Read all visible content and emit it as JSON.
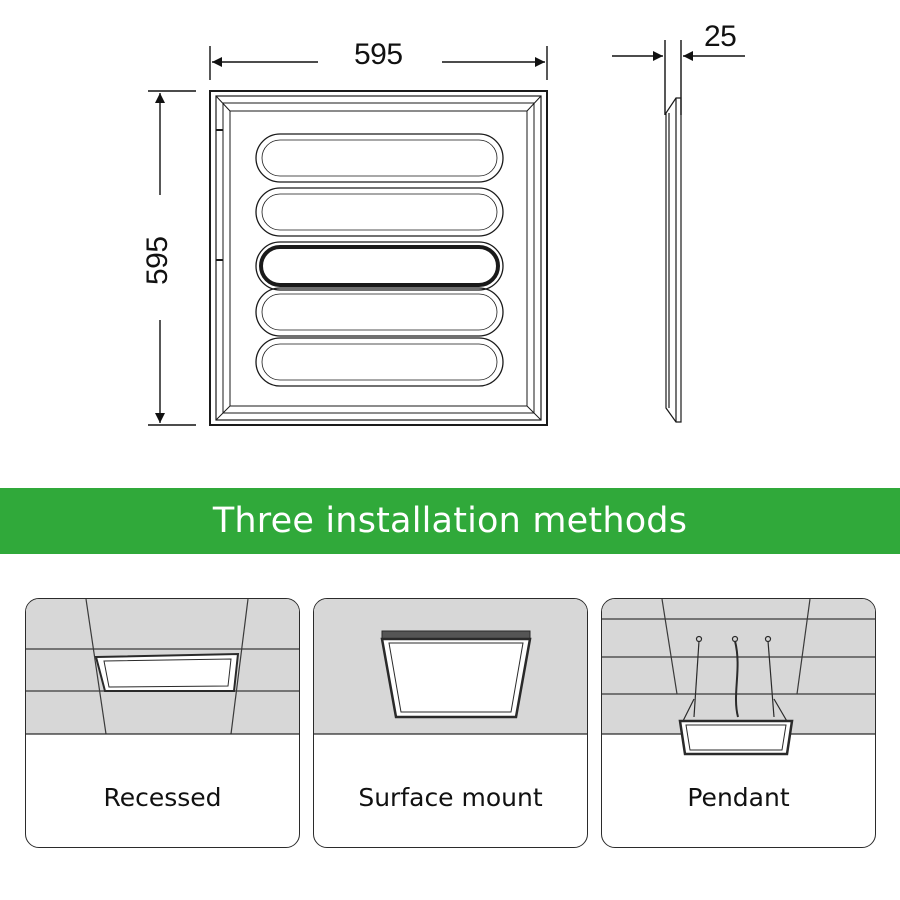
{
  "drawing": {
    "width_dimension": "595",
    "height_dimension": "595",
    "depth_dimension": "25"
  },
  "banner": {
    "title": "Three installation methods",
    "color": "#30a93a"
  },
  "methods": [
    {
      "label": "Recessed"
    },
    {
      "label": "Surface mount"
    },
    {
      "label": "Pendant"
    }
  ]
}
